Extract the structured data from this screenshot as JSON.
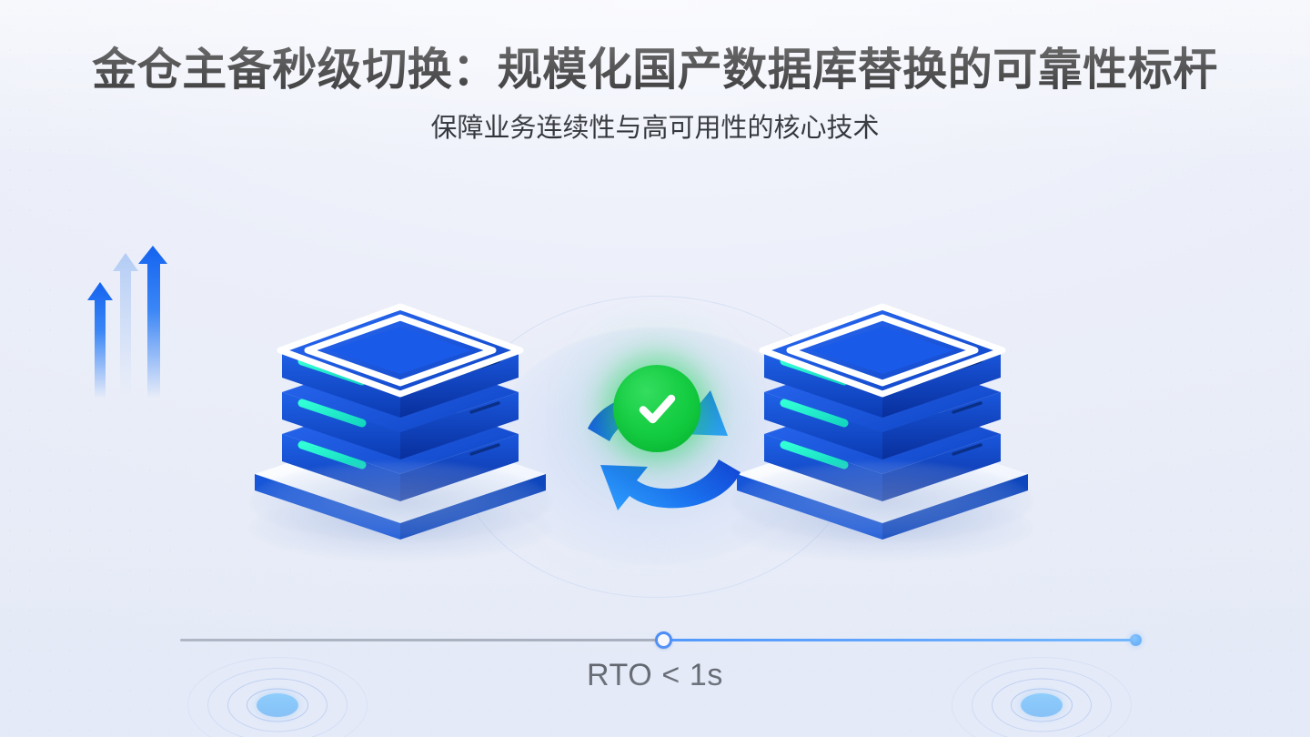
{
  "header": {
    "title": "金仓主备秒级切换：规模化国产数据库替换的可靠性标杆",
    "subtitle": "保障业务连续性与高可用性的核心技术"
  },
  "illustration": {
    "status_badge": {
      "icon": "check-circle-icon",
      "color": "#0ac636",
      "glow_color": "#35de5f",
      "meaning": "switchover-success"
    },
    "primary_node": {
      "name": "primary-database-server",
      "icon": "database-stack-icon",
      "body_color": "#1452d6",
      "top_color": "#1a5ae8",
      "accent_color": "#2ef0cd"
    },
    "standby_node": {
      "name": "standby-database-server",
      "icon": "database-stack-icon",
      "body_color": "#1452d6",
      "top_color": "#1a5ae8",
      "accent_color": "#2ef0cd"
    },
    "replication_arrows": {
      "icon": "sync-exchange-icon",
      "color": "#1677ff",
      "direction": "bidirectional"
    },
    "growth_arrows": {
      "icon": "trending-up-arrows-icon",
      "color": "#1a6bf0",
      "count": 3
    },
    "refresh_icon": {
      "icon": "sync-refresh-icon",
      "color": "#1a7bf5"
    },
    "signal_ripple_left": {
      "icon": "signal-ripple-icon",
      "color": "#3b9bfb",
      "rings": 4
    },
    "signal_ripple_right": {
      "icon": "signal-ripple-icon",
      "color": "#3b9bfb",
      "rings": 4
    }
  },
  "timeline": {
    "label": "RTO < 1s",
    "progress_percent": 50,
    "track_inactive_color": "#8f97a5",
    "track_active_color": "#1677ff",
    "knob_color": "#1169f5",
    "end_marker_color": "#3b9bfb"
  }
}
